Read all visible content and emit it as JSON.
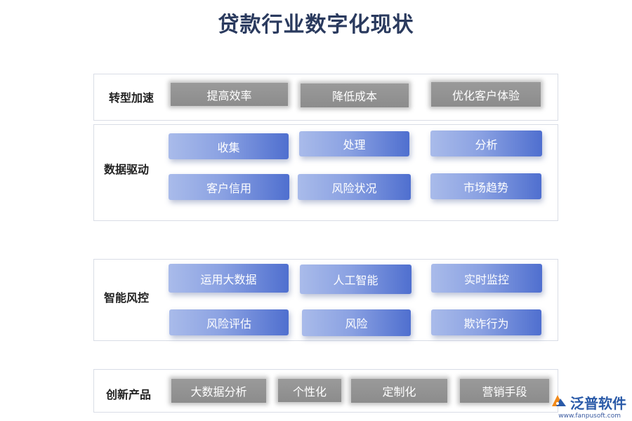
{
  "title": "贷款行业数字化现状",
  "sections": [
    {
      "label": "转型加速",
      "items": [
        "提高效率",
        "降低成本",
        "优化客户体验"
      ]
    },
    {
      "label": "数据驱动",
      "items": [
        "收集",
        "处理",
        "分析",
        "客户信用",
        "风险状况",
        "市场趋势"
      ]
    },
    {
      "label": "智能风控",
      "items": [
        "运用大数据",
        "人工智能",
        "实时监控",
        "风险评估",
        "风险",
        "欺诈行为"
      ]
    },
    {
      "label": "创新产品",
      "items": [
        "大数据分析",
        "个性化",
        "定制化",
        "营销手段"
      ]
    }
  ],
  "logo": {
    "name": "泛普软件",
    "url": "www.fanpusoft.com"
  }
}
